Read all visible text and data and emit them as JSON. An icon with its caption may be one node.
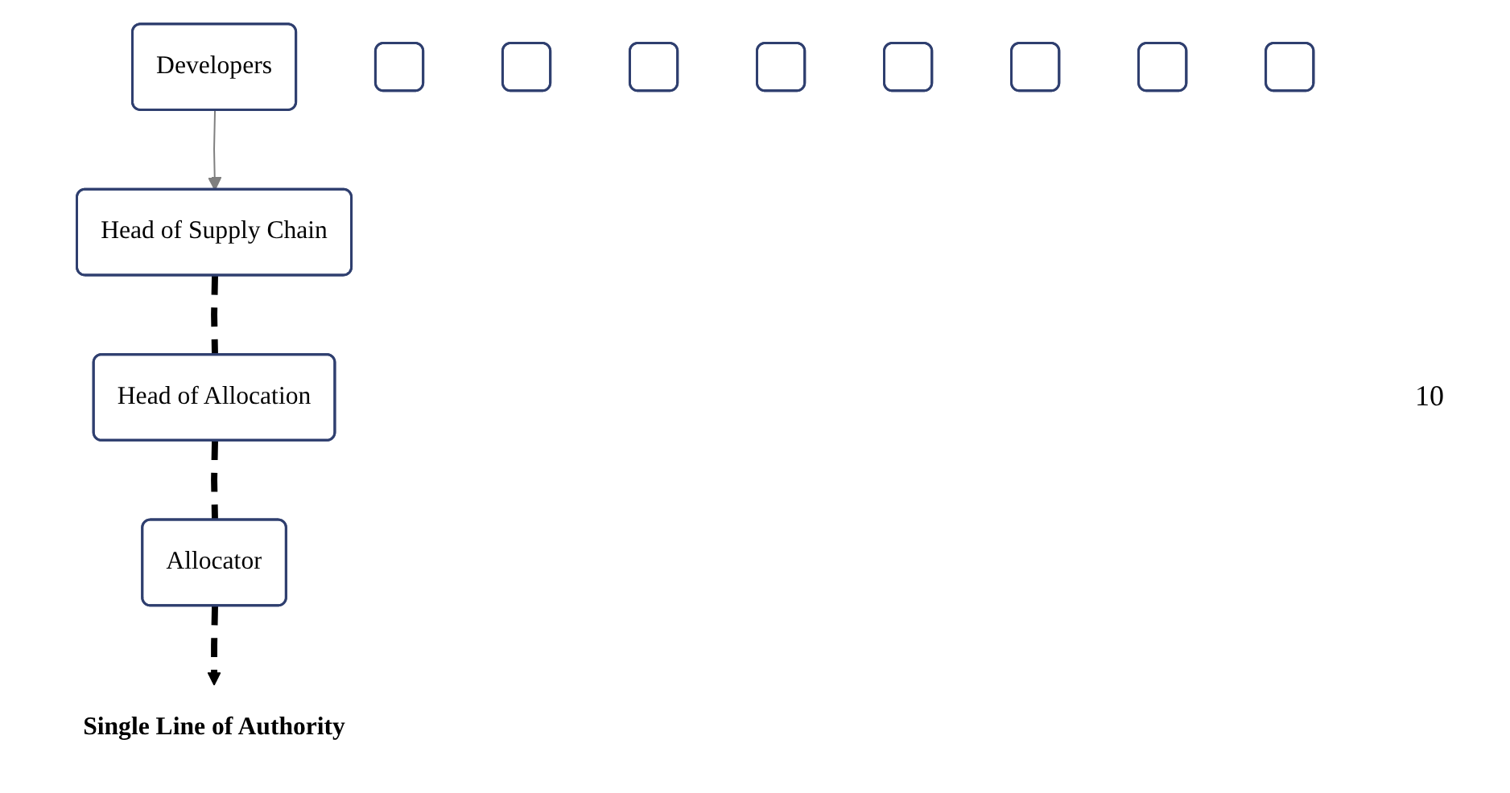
{
  "diagram": {
    "nodes": [
      {
        "text": [
          "Developers"
        ]
      },
      {
        "text": [
          "Head of Supply Chain"
        ]
      },
      {
        "text": [
          "Head of Allocation"
        ]
      },
      {
        "text": [],
        "shape": "box"
      },
      {
        "text": [],
        "shape": "box"
      },
      {
        "text": [],
        "shape": "box"
      },
      {
        "text": [],
        "shape": "box"
      },
      {
        "text": [],
        "shape": "box"
      },
      {
        "text": [],
        "shape": "box"
      },
      {
        "text": [],
        "shape": "box"
      },
      {
        "text": [],
        "shape": "box"
      },
      {
        "text": [
          "Allocator"
        ]
      },
      {
        "text": [
          "Single Line of Authority"
        ]
      }
    ],
    "edges": [
      {
        "from": 0,
        "to": 1,
        "arrow": "to",
        "color": "#7f7f7f"
      },
      {
        "from": 1,
        "to": 2,
        "arrow": "none",
        "style": "dashed"
      },
      {
        "from": 2,
        "to": 11,
        "arrow": "none",
        "style": "dashed"
      },
      {
        "from": 11,
        "to": 12,
        "arrow": "to",
        "style": "dashed"
      }
    ],
    "labels": [
      "10"
    ]
  }
}
